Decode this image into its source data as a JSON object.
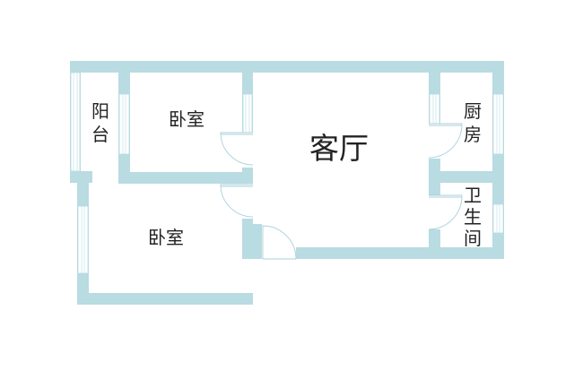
{
  "floorplan": {
    "wall_color": "#b9dbe2",
    "rooms": {
      "balcony": [
        "阳",
        "台"
      ],
      "bedroom_top": "卧室",
      "bedroom_bottom": "卧室",
      "living_room": "客厅",
      "kitchen": [
        "厨",
        "房"
      ],
      "bathroom": [
        "卫",
        "生",
        "间"
      ]
    }
  }
}
